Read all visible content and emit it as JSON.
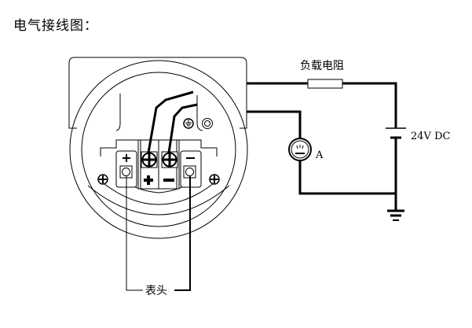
{
  "title": "电气接线图：",
  "labels": {
    "load_resistor": "负载电阻",
    "power_supply": "24V DC",
    "ammeter": "A",
    "meter_head": "表头",
    "terminal_plus": "+",
    "terminal_minus": "−"
  },
  "components": [
    {
      "id": "transmitter-housing",
      "type": "housing"
    },
    {
      "id": "terminal-block",
      "type": "terminal-block",
      "terminals": [
        "+",
        "−"
      ]
    },
    {
      "id": "test-terminals",
      "type": "test-terminals",
      "terminals": [
        "+",
        "−"
      ]
    },
    {
      "id": "load-resistor",
      "type": "resistor"
    },
    {
      "id": "ammeter",
      "type": "ammeter"
    },
    {
      "id": "dc-supply",
      "type": "battery"
    },
    {
      "id": "ground",
      "type": "ground"
    }
  ],
  "colors": {
    "line": "#000000",
    "background": "#ffffff"
  }
}
